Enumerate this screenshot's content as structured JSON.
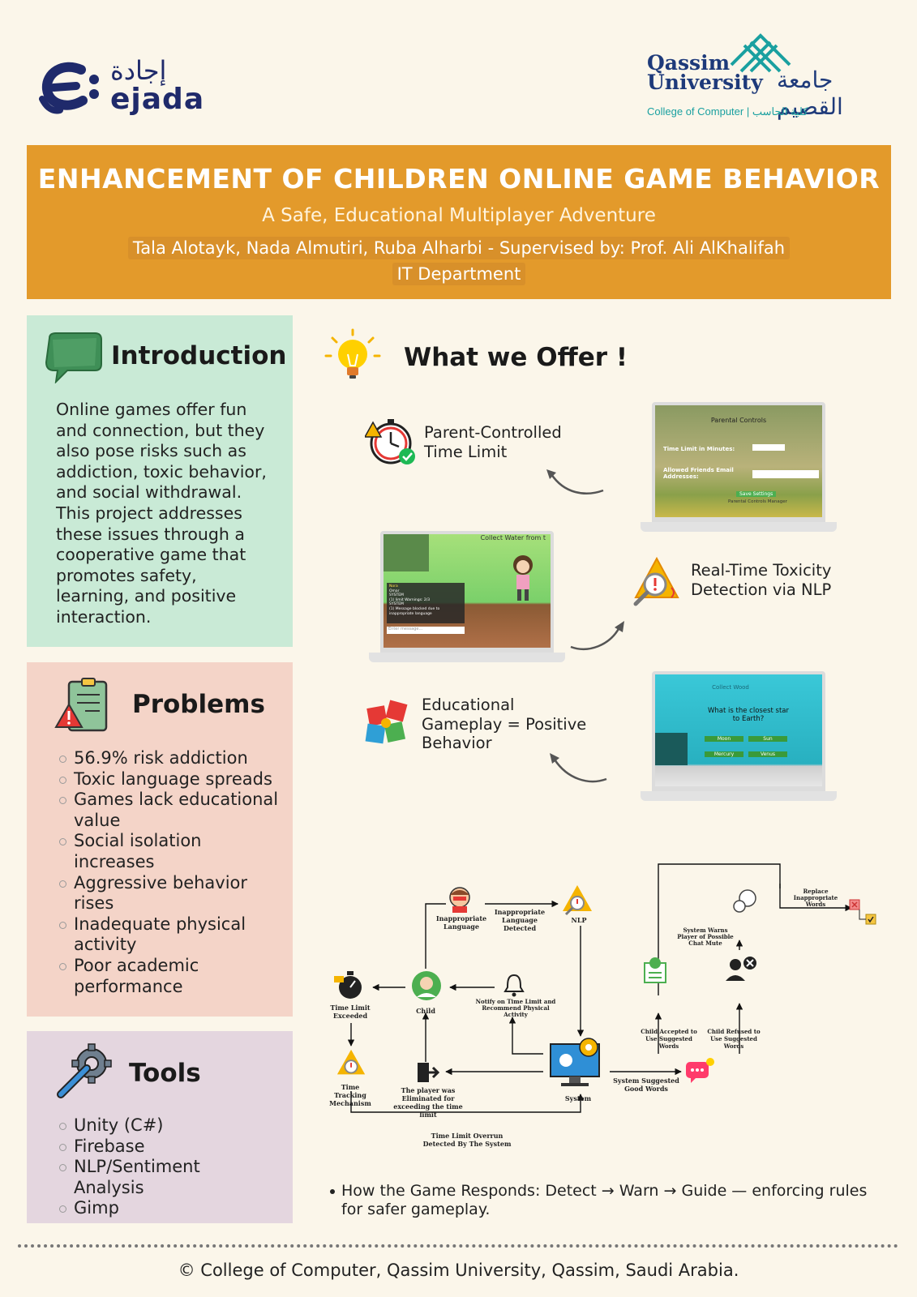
{
  "logos": {
    "ejada_ar": "إجادة",
    "ejada_en": "ejada",
    "qu_line1": "Qassim",
    "qu_line2": "University",
    "qu_ar": "جامعة القصيم",
    "qu_college": "College of Computer",
    "qu_college_ar": "كلية الحاسب"
  },
  "banner": {
    "title": "ENHANCEMENT OF CHILDREN ONLINE GAME BEHAVIOR",
    "subtitle": "A Safe, Educational Multiplayer Adventure",
    "authors": "Tala Alotayk, Nada Almutiri, Ruba Alharbi  -  Supervised by: Prof. Ali AlKhalifah",
    "department": "IT Department"
  },
  "introduction": {
    "title": "Introduction",
    "text": "Online games offer fun and connection, but they also pose risks such as addiction, toxic behavior, and social withdrawal. This project addresses these issues through a cooperative game that promotes safety, learning, and positive interaction."
  },
  "problems": {
    "title": "Problems",
    "items": [
      "56.9% risk addiction",
      "Toxic language spreads",
      "Games lack educational value",
      "Social isolation increases",
      "Aggressive behavior rises",
      "Inadequate physical activity",
      "Poor academic performance"
    ]
  },
  "tools": {
    "title": "Tools",
    "items": [
      "Unity (C#)",
      "Firebase",
      "NLP/Sentiment Analysis",
      "Gimp"
    ]
  },
  "offer": {
    "title": "What we Offer !",
    "features": [
      "Parent-Controlled Time Limit",
      "Real-Time Toxicity Detection via NLP",
      "Educational Gameplay = Positive Behavior"
    ],
    "screens": {
      "parental_title": "Parental Controls",
      "parental_time": "Time Limit in Minutes:",
      "parental_friends": "Allowed Friends Email Addresses:",
      "parental_save": "Save Settings",
      "parental_back": "Parental Controls Manager",
      "chat_header": "Collect Water from t",
      "chat_lines": [
        "Nora",
        "Omar",
        "SYSTEM",
        "(1) limit Warnings: 2/3",
        "SYSTEM",
        "(1) Message blocked due to inappropriate language"
      ],
      "chat_input": "Enter message...",
      "quiz_header": "Collect Wood",
      "quiz_question": "What is the closest star to Earth?",
      "quiz_options": [
        "Moon",
        "Sun",
        "Mercury",
        "Venus"
      ]
    }
  },
  "flow": {
    "inappropriate_language": "Inappropriate Language",
    "language_detected": "Inappropriate Language Detected",
    "nlp": "NLP",
    "time_limit_exceeded": "Time Limit Exceeded",
    "child": "Child",
    "notify": "Notify on Time Limit and Recommend Physical Activity",
    "time_tracking": "Time Tracking Mechanism",
    "player_eliminated": "The player was Eliminated for exceeding the time limit",
    "system": "System",
    "overrun": "Time Limit Overrun Detected By The System",
    "replace_words": "Replace Inappropriate Words",
    "system_warns": "System Warns Player of Possible Chat Mute",
    "child_accepted": "Child Accepted to Use Suggested Words",
    "child_refused": "Child Refused to Use Suggested Words",
    "suggested_words": "System Suggested Good Words"
  },
  "respond_note": "How the Game Responds: Detect → Warn → Guide — enforcing rules for safer gameplay.",
  "footer": "© College of Computer, Qassim University, Qassim, Saudi Arabia.",
  "colors": {
    "banner": "#e39a2b",
    "intro_bg": "#c9ead6",
    "problems_bg": "#f4d4c8",
    "tools_bg": "#e4d6df",
    "page_bg": "#fbf6ea"
  }
}
